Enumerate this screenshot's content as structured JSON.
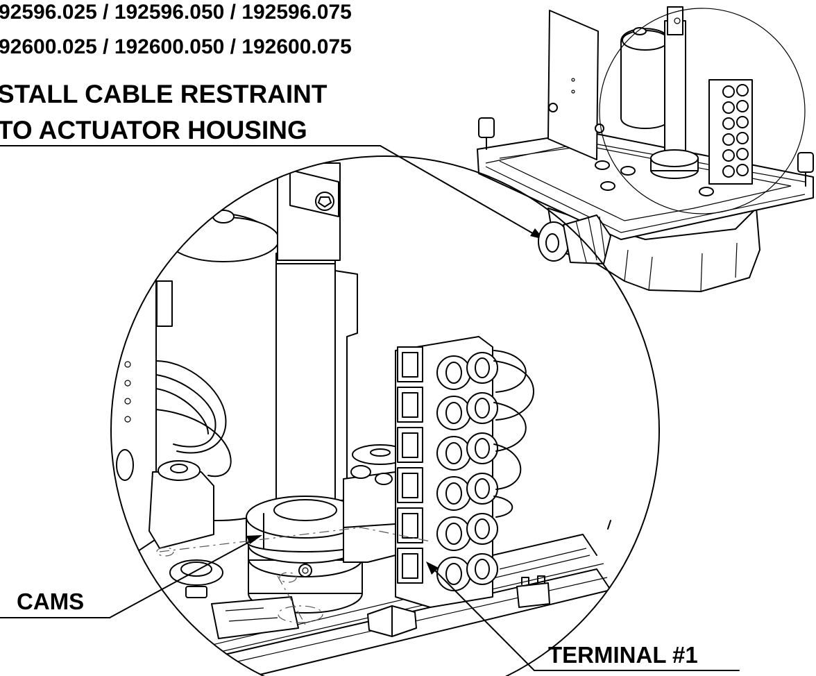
{
  "header": {
    "part_numbers_line1": "92596.025 / 192596.050 / 192596.075",
    "part_numbers_line2": "92600.025 / 192600.050 / 192600.075"
  },
  "callouts": {
    "cable_restraint_line1": "STALL CABLE RESTRAINT",
    "cable_restraint_line2": "TO ACTUATOR HOUSING",
    "cams": "CAMS",
    "terminal": "TERMINAL #1"
  }
}
